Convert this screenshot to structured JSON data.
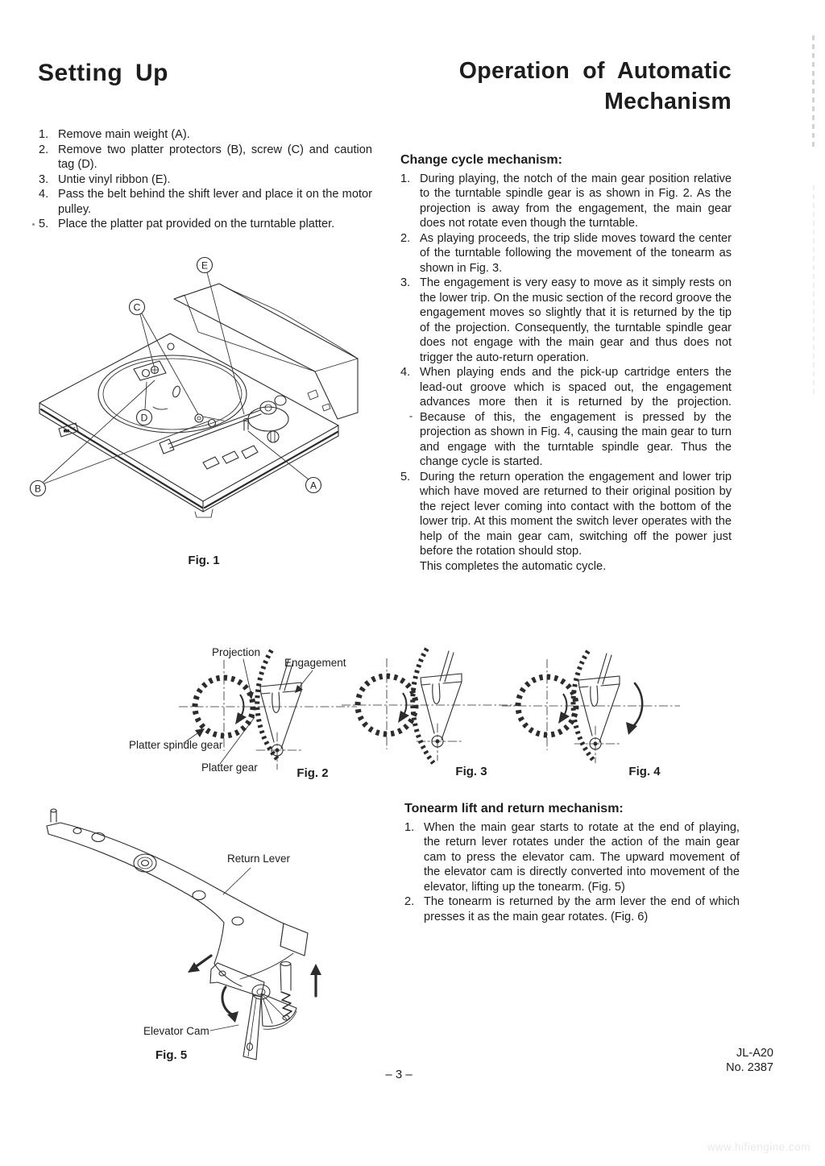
{
  "doc": {
    "paper_color": "#ffffff",
    "ink_color": "#1d1d1d",
    "left_title": "Setting Up",
    "setup_steps": [
      {
        "num": "1.",
        "text": "Remove main weight (A)."
      },
      {
        "num": "2.",
        "text": "Remove two platter protectors (B), screw (C) and caution tag (D)."
      },
      {
        "num": "3.",
        "text": "Untie vinyl ribbon (E)."
      },
      {
        "num": "4.",
        "text": "Pass the belt behind the shift lever and place it on the motor pulley."
      },
      {
        "num": "5.",
        "text": "Place the platter pat provided on the turntable platter."
      }
    ],
    "right_title_line1": "Operation of Automatic",
    "right_title_line2": "Mechanism",
    "change_cycle_heading": "Change cycle mechanism:",
    "change_cycle_items": [
      {
        "num": "1.",
        "text": "During playing, the notch of the main gear position relative to the turntable spindle gear is as shown in Fig. 2.  As the projection is away from the engagement, the main gear does not rotate even though the turntable."
      },
      {
        "num": "2.",
        "text": "As playing proceeds, the trip slide moves toward the center of the turntable following the movement of the tonearm as shown in Fig. 3."
      },
      {
        "num": "3.",
        "text": "The engagement is very easy to move as it simply rests on the lower trip.  On the music section of the record groove the engagement moves so slightly that it is returned by the tip of the projection.  Consequently, the turntable spindle gear does not engage with the main gear and thus does not trigger the auto-return operation."
      },
      {
        "num": "4.",
        "text": "When playing ends and the pick-up cartridge enters the lead-out groove which is spaced out, the engagement advances more then it is returned by the projection. Because of this, the engagement is pressed by the projection as shown in Fig. 4, causing the main gear to turn and engage with the turntable spindle gear.  Thus the change cycle is started."
      },
      {
        "num": "5.",
        "text": "During the return operation the engagement and lower trip which have moved are returned to their original position by the reject lever coming into contact with the bottom of the lower trip.  At this moment the switch lever operates with the help of the main gear cam, switching off the power just before the rotation should stop.",
        "text2": "This completes the automatic cycle."
      }
    ],
    "tonearm_heading": "Tonearm lift and return mechanism:",
    "tonearm_items": [
      {
        "num": "1.",
        "text": "When the main gear starts to rotate at the end of playing, the return lever rotates under the action of the main gear cam to press the elevator cam.  The upward movement of the elevator cam is directly converted into movement of the elevator, lifting up the tonearm. (Fig. 5)"
      },
      {
        "num": "2.",
        "text": "The tonearm is returned by the arm lever the end of which presses it as the main gear rotates. (Fig. 6)"
      }
    ],
    "fig1": {
      "caption": "Fig. 1",
      "callouts": {
        "a": "A",
        "b": "B",
        "c": "C",
        "d": "D",
        "e": "E"
      }
    },
    "fig2": {
      "caption": "Fig. 2",
      "label_projection": "Projection",
      "label_engagement": "Engagement",
      "label_platter_spindle_gear": "Platter spindle gear",
      "label_platter_gear": "Platter gear"
    },
    "fig3": {
      "caption": "Fig. 3"
    },
    "fig4": {
      "caption": "Fig. 4"
    },
    "fig5": {
      "caption": "Fig. 5",
      "label_return_lever": "Return Lever",
      "label_elevator_cam": "Elevator Cam"
    },
    "footer": {
      "page_number": "– 3 –",
      "model": "JL-A20",
      "doc_no": "No. 2387",
      "watermark": "www.hifiengine.com"
    }
  }
}
